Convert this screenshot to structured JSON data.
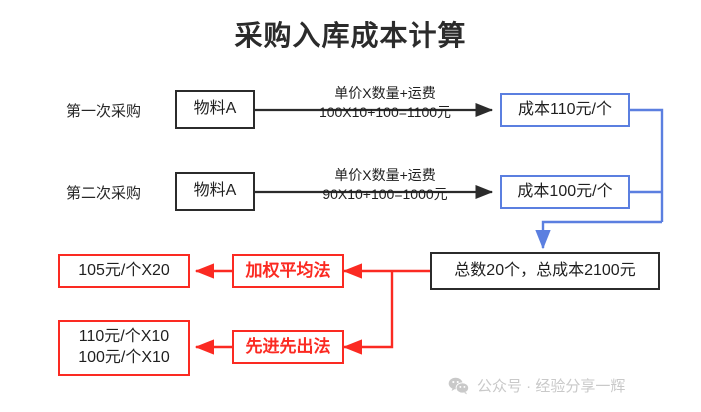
{
  "title": "采购入库成本计算",
  "rows": [
    {
      "label": "第一次采购",
      "material": "物料A",
      "formula_top": "单价X数量+运费",
      "formula_bottom": "100X10+100=1100元",
      "cost": "成本110元/个"
    },
    {
      "label": "第二次采购",
      "material": "物料A",
      "formula_top": "单价X数量+运费",
      "formula_bottom": "90X10+100=1000元",
      "cost": "成本100元/个"
    }
  ],
  "total": "总数20个，总成本2100元",
  "methods": [
    {
      "name": "加权平均法",
      "result_line1": "105元/个X20",
      "result_line2": ""
    },
    {
      "name": "先进先出法",
      "result_line1": "110元/个X10",
      "result_line2": "100元/个X10"
    }
  ],
  "watermark": {
    "icon": "wechat-icon",
    "text": "公众号 · 经验分享一辉"
  },
  "colors": {
    "black": "#2b2b2b",
    "blue": "#5b7fe0",
    "red": "#fb2a22",
    "watermark": "#c9c9c9"
  }
}
